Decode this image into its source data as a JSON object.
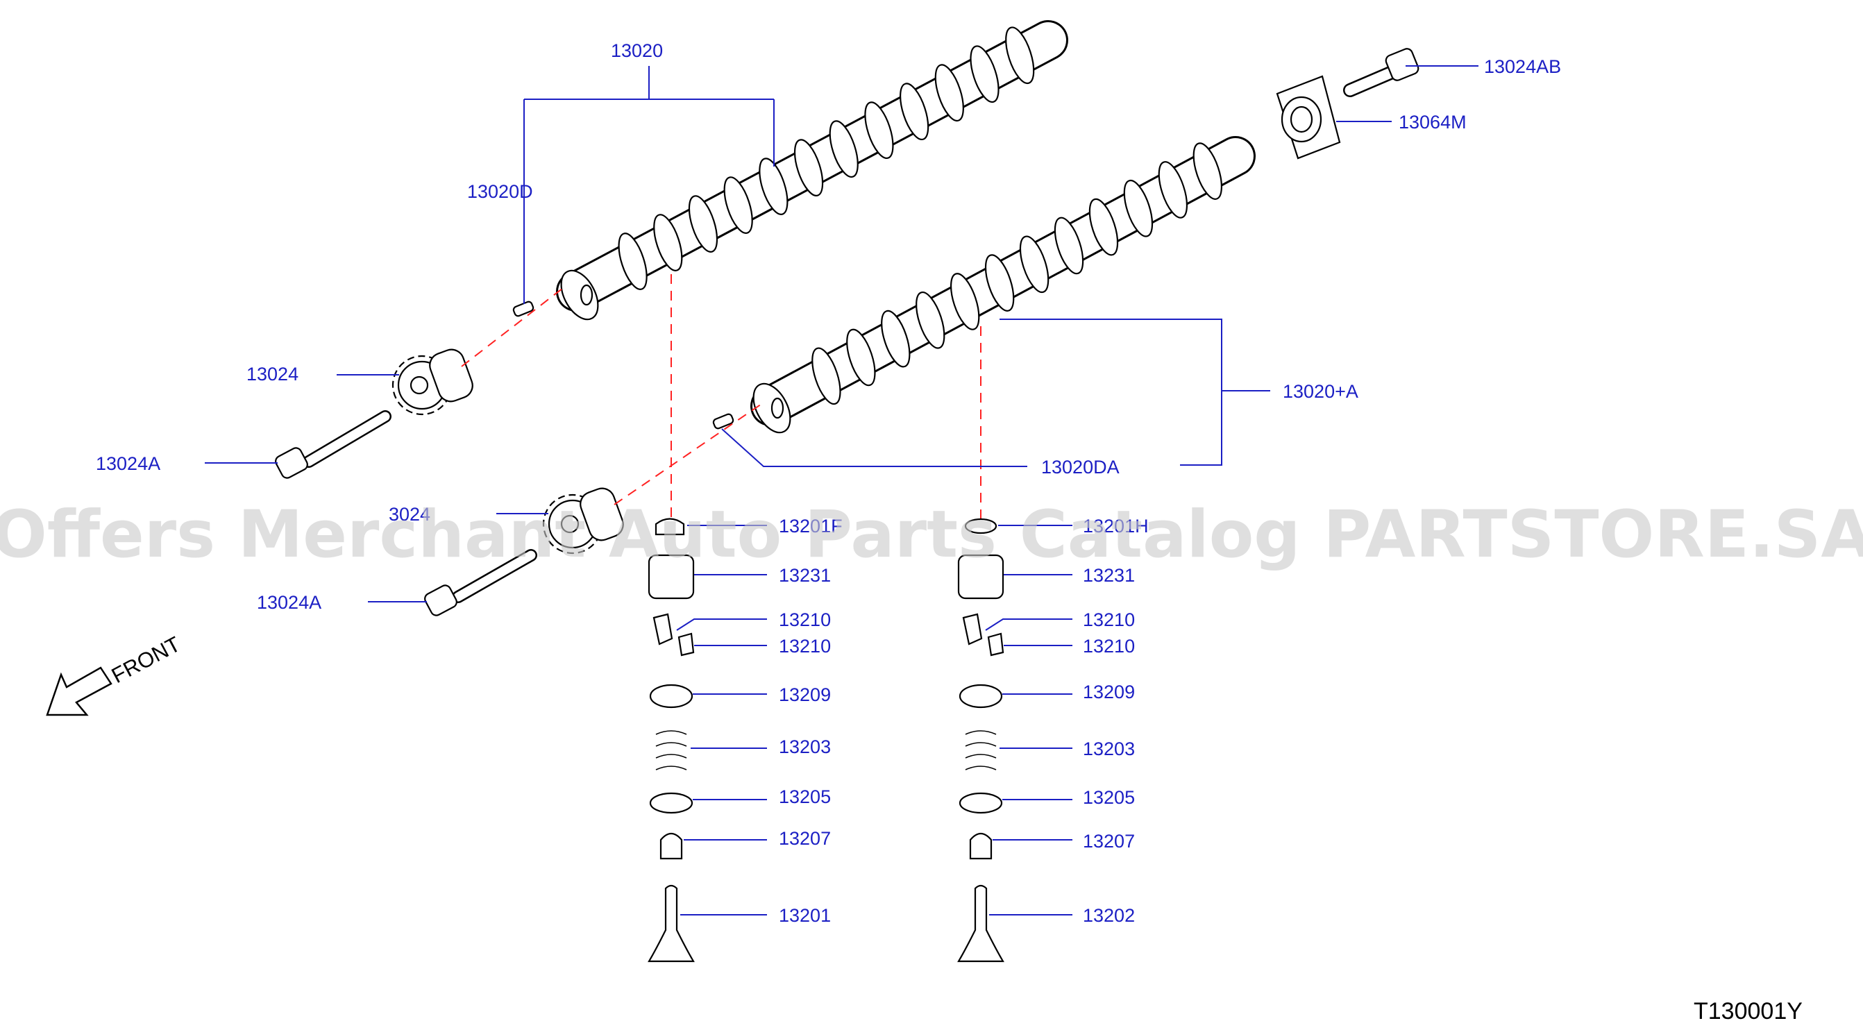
{
  "diagram": {
    "drawing_code": "T130001Y",
    "front_label": "FRONT",
    "watermark": "Offers Merchant Auto Parts Catalog PARTSTORE.SA",
    "callouts": {
      "c13020": "13020",
      "c13020D": "13020D",
      "c13024AB": "13024AB",
      "c13064M": "13064M",
      "c13024_top": "13024",
      "c13024A_top": "13024A",
      "c13020A": "13020+A",
      "c13020DA": "13020DA",
      "c13024_low": "3024",
      "c13024A_low": "13024A",
      "c13201F": "13201F",
      "c13201H": "13201H",
      "c13231_l": "13231",
      "c13231_r": "13231",
      "c13210a_l": "13210",
      "c13210b_l": "13210",
      "c13210a_r": "13210",
      "c13210b_r": "13210",
      "c13209_l": "13209",
      "c13209_r": "13209",
      "c13203_l": "13203",
      "c13203_r": "13203",
      "c13205_l": "13205",
      "c13205_r": "13205",
      "c13207_l": "13207",
      "c13207_r": "13207",
      "c13201": "13201",
      "c13202": "13202"
    },
    "colors": {
      "callout_text": "#1b1fc4",
      "centerline": "#ff2222",
      "linework": "#000000"
    }
  }
}
